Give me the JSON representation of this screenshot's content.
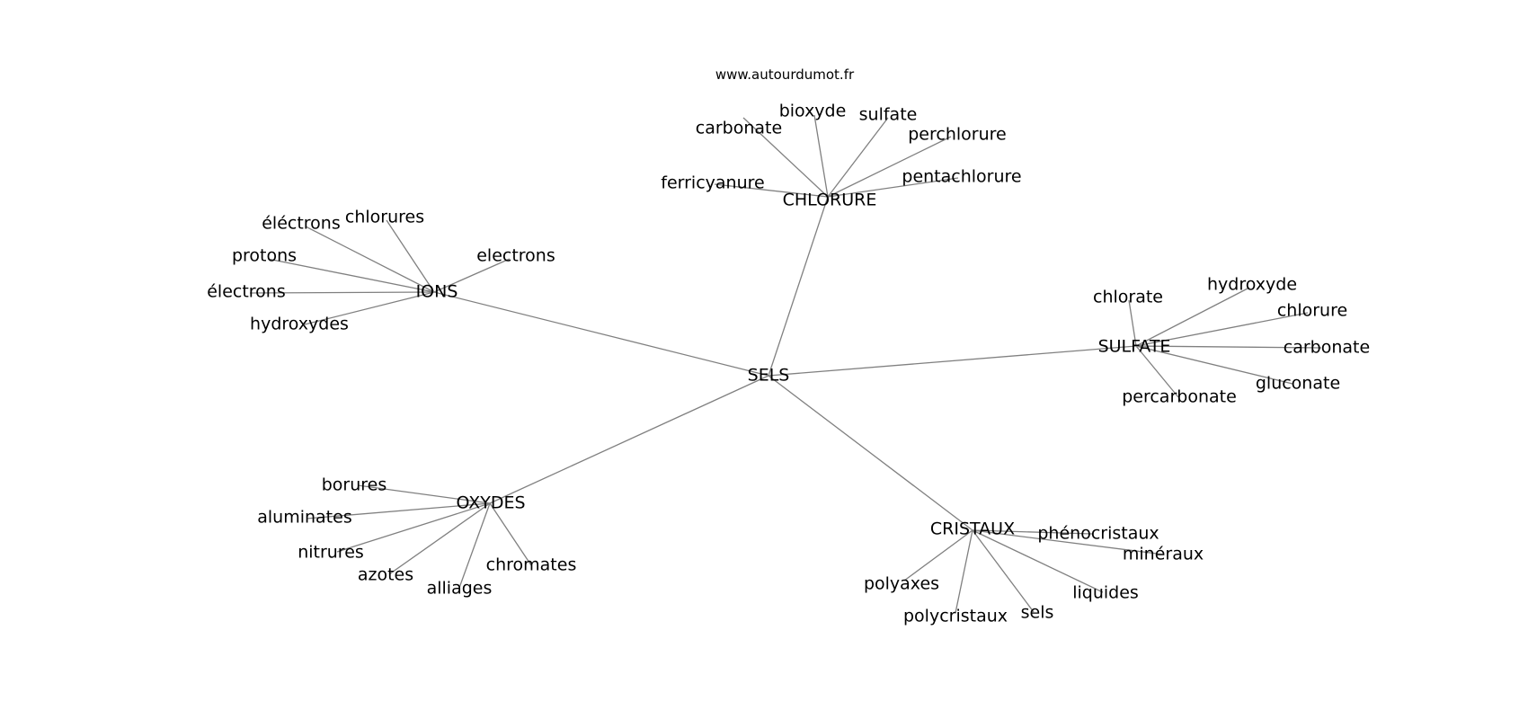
{
  "source": "www.autourdumot.fr",
  "colors": {
    "edge": "#808080",
    "text": "#000000",
    "background": "#ffffff"
  },
  "center": "SELS",
  "groups": [
    {
      "hub": "CHLORURE",
      "leaves": [
        "carbonate",
        "bioxyde",
        "sulfate",
        "perchlorure",
        "ferricyanure",
        "pentachlorure"
      ]
    },
    {
      "hub": "IONS",
      "leaves": [
        "éléctrons",
        "chlorures",
        "protons",
        "electrons",
        "électrons",
        "hydroxydes"
      ]
    },
    {
      "hub": "SULFATE",
      "leaves": [
        "chlorate",
        "hydroxyde",
        "chlorure",
        "carbonate",
        "gluconate",
        "percarbonate"
      ]
    },
    {
      "hub": "OXYDES",
      "leaves": [
        "borures",
        "aluminates",
        "nitrures",
        "azotes",
        "alliages",
        "chromates"
      ]
    },
    {
      "hub": "CRISTAUX",
      "leaves": [
        "phénocristaux",
        "minéraux",
        "polyaxes",
        "polycristaux",
        "sels",
        "liquides"
      ]
    }
  ]
}
